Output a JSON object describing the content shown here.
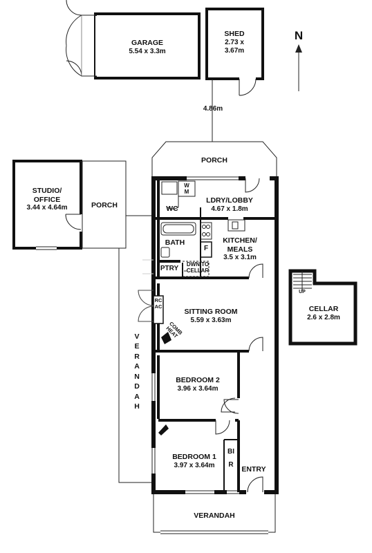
{
  "rooms": {
    "garage": {
      "name": "GARAGE",
      "dims": "5.54 x 3.3m"
    },
    "shed": {
      "name": "SHED",
      "dims_line1": "2.73 x",
      "dims_line2": "3.67m"
    },
    "studio": {
      "name_line1": "STUDIO/",
      "name_line2": "OFFICE",
      "dims": "3.44 x 4.64m"
    },
    "studio_porch": {
      "name": "PORCH"
    },
    "top_porch": {
      "name": "PORCH"
    },
    "laundry": {
      "name": "LDRY/LOBBY",
      "dims": "4.67 x 1.8m"
    },
    "wc": {
      "name": "WC"
    },
    "bath": {
      "name": "BATH"
    },
    "kitchen": {
      "name_line1": "KITCHEN/",
      "name_line2": "MEALS",
      "dims": "3.5 x 3.1m"
    },
    "pantry": {
      "name": "PTRY"
    },
    "cellar_stairs": {
      "line1": "DWN TO",
      "line2": "CELLAR"
    },
    "sitting": {
      "name": "SITTING ROOM",
      "dims": "5.59 x 3.63m"
    },
    "bedroom2": {
      "name": "BEDROOM 2",
      "dims": "3.96 x 3.64m"
    },
    "bedroom1": {
      "name": "BEDROOM 1",
      "dims": "3.97 x 3.64m"
    },
    "entry": {
      "name": "ENTRY"
    },
    "bir": {
      "name": "BIR"
    },
    "side_verandah": {
      "name": "VERANDAH"
    },
    "front_verandah": {
      "name": "VERANDAH"
    },
    "cellar": {
      "name": "CELLAR",
      "dims": "2.6 x 2.8m",
      "stair_label": "UP"
    }
  },
  "fixtures": {
    "washing_machine": "WM",
    "fridge": "F",
    "rcac": "RCAC",
    "comb_heat_line1": "COMB",
    "comb_heat_line2": "HEAT"
  },
  "distance_label": "4.86m",
  "compass": {
    "letter": "N"
  },
  "colors": {
    "wall": "#111111",
    "line": "#222222",
    "background": "#ffffff"
  }
}
